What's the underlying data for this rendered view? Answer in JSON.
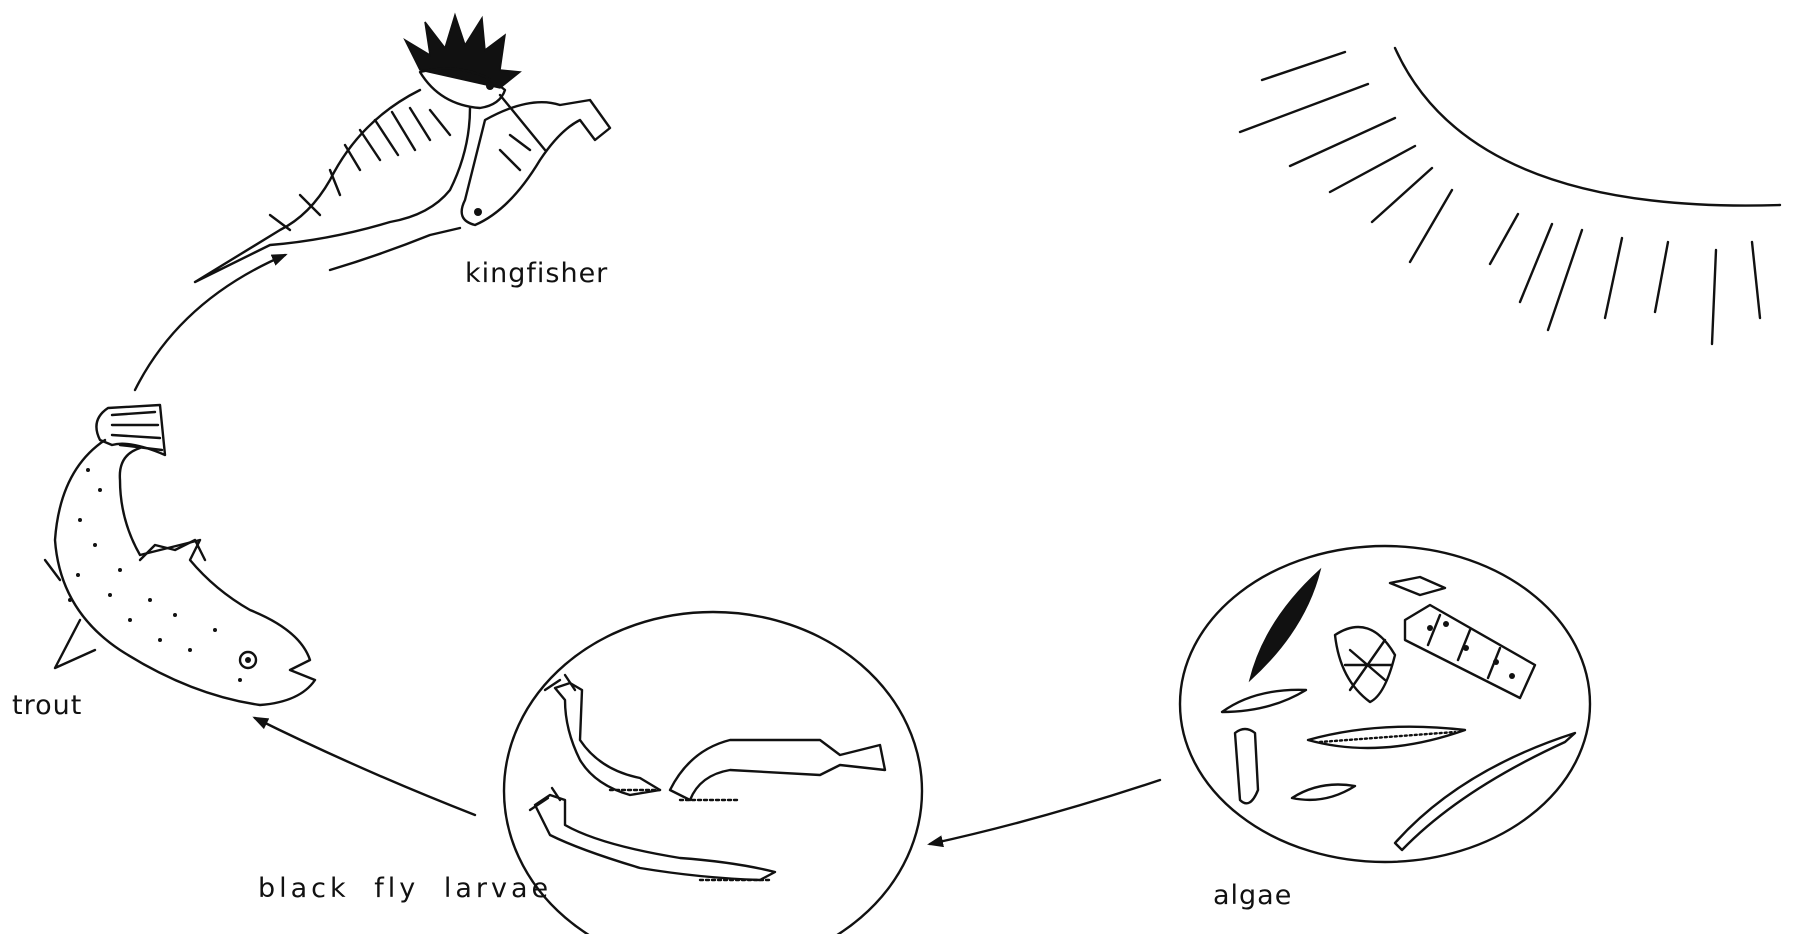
{
  "labels": {
    "kingfisher": "kingfisher",
    "trout": "trout",
    "black_fly_larvae": "black fly larvae",
    "algae": "algae"
  },
  "icons": [
    "sun-icon",
    "kingfisher-icon",
    "trout-icon",
    "black-fly-larvae-icon",
    "algae-icon"
  ],
  "colors": {
    "ink": "#111111",
    "background": "#ffffff"
  }
}
